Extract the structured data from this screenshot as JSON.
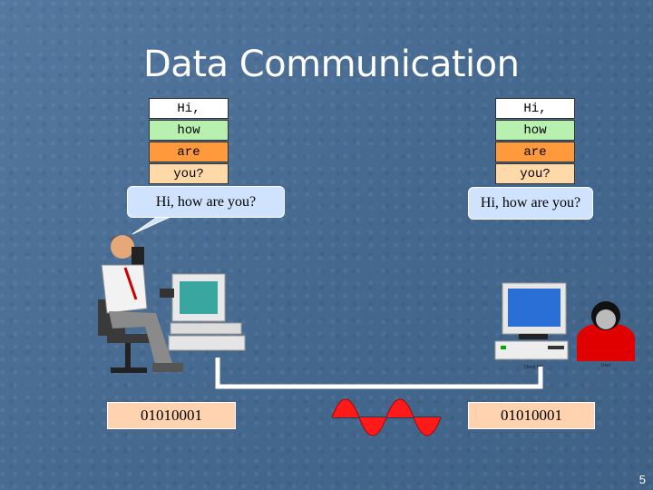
{
  "title": "Data Communication",
  "left_stack": [
    "Hi,",
    "how",
    "are",
    "you?"
  ],
  "right_stack": [
    "Hi,",
    "how",
    "are",
    "you?"
  ],
  "left_bubble": "Hi, how are you?",
  "right_bubble": "Hi, how are you?",
  "left_binary": "01010001",
  "right_binary": "01010001",
  "computer_label": "Client PC",
  "user_label": "User",
  "page_number": "5"
}
